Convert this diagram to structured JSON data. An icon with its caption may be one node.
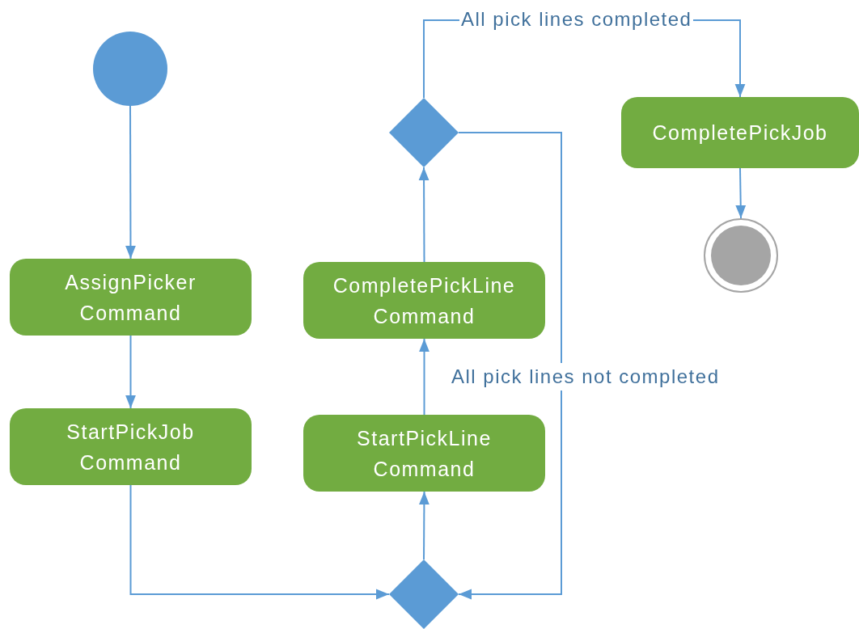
{
  "diagram": {
    "nodes": [
      {
        "text": [],
        "shape": "circle"
      },
      {
        "text": [
          "AssignPicker Command"
        ]
      },
      {
        "text": [
          "StartPickJob Command"
        ]
      },
      {
        "text": [
          "StartPickLine Command"
        ]
      },
      {
        "text": [
          "CompletePickLine Command"
        ]
      },
      {
        "text": [],
        "shape": "diamond"
      },
      {
        "text": [
          "CompletePickJob"
        ]
      },
      {
        "text": [],
        "shape": "circle"
      },
      {
        "text": [],
        "shape": "diamond"
      }
    ],
    "edges": [
      {
        "from": 0,
        "to": 1,
        "arrow": "to"
      },
      {
        "from": 1,
        "to": 2,
        "arrow": "to"
      },
      {
        "from": 2,
        "to": 8,
        "arrow": "to"
      },
      {
        "from": 8,
        "to": 3,
        "arrow": "to"
      },
      {
        "from": 3,
        "to": 4,
        "arrow": "to"
      },
      {
        "from": 4,
        "to": 5,
        "arrow": "to"
      },
      {
        "from": 5,
        "to": 6,
        "label": "All pick lines completed",
        "arrow": "to"
      },
      {
        "from": 5,
        "to": 8,
        "label": "All pick lines not completed",
        "arrow": "to"
      },
      {
        "from": 6,
        "to": 7,
        "arrow": "to"
      }
    ]
  }
}
